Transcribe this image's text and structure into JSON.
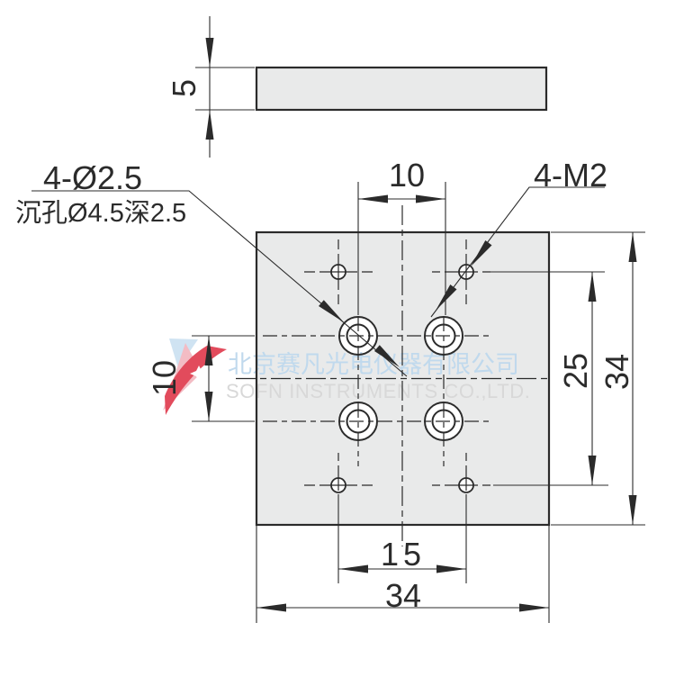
{
  "drawing": {
    "side_view": {
      "thickness_dim": "5"
    },
    "plan_view": {
      "counterbore_note_line1": "4-Ø2.5",
      "counterbore_note_line2": "沉孔Ø4.5深2.5",
      "thread_note": "4-M2",
      "dim_counterbore_spacing_horizontal": "10",
      "dim_counterbore_spacing_vertical": "10",
      "dim_thread_spacing_vertical": "25",
      "dim_overall_height": "34",
      "dim_thread_spacing_horizontal": "15",
      "dim_overall_width": "34"
    },
    "watermark": {
      "company_cn": "北京赛凡光电仪器有限公司",
      "company_en": "SOFN INSTRUMENTS CO.,LTD."
    },
    "colors": {
      "line": "#2b2b2b",
      "plate_fill": "#e9eaea",
      "watermark_cn": "#c0d9ed",
      "watermark_en": "#d8d8d8",
      "logo_red": "#e24b5c",
      "logo_pink": "#f3bcc4",
      "logo_blue": "#cfe3f2"
    }
  }
}
